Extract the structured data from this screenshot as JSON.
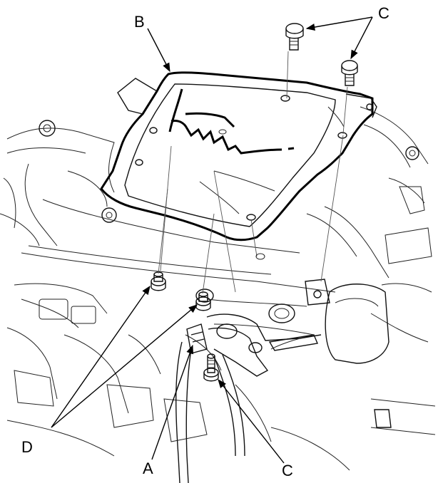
{
  "labels": {
    "a": "A",
    "b": "B",
    "c_top": "C",
    "c_bottom": "C",
    "d": "D"
  },
  "colors": {
    "line": "#000000",
    "background": "#ffffff"
  }
}
